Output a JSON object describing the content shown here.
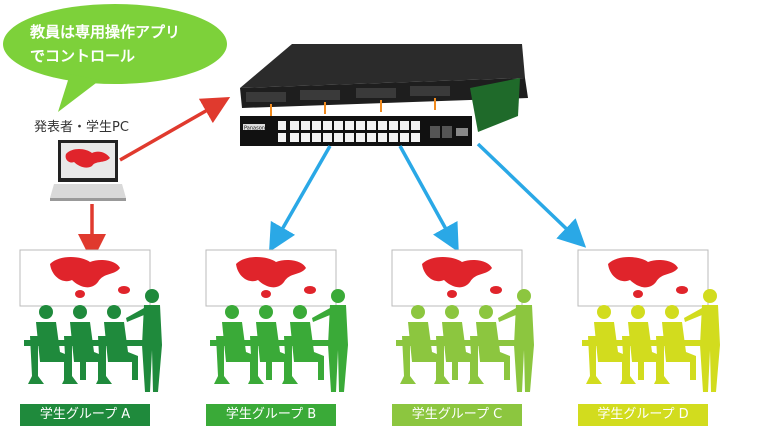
{
  "bubble": {
    "line1": "教員は専用操作アプリ",
    "line2": "でコントロール"
  },
  "presenter_label": "発表者・学生PC",
  "switch": {
    "brand": "Panasonic"
  },
  "colors": {
    "arrow_red": "#e03a2e",
    "arrow_blue": "#2aa8e6",
    "bubble": "#7dd13a",
    "map_red": "#e0242b"
  },
  "groups": [
    {
      "label": "学生グループ A",
      "color": "#1f8a3c"
    },
    {
      "label": "学生グループ B",
      "color": "#3aaa38"
    },
    {
      "label": "学生グループ C",
      "color": "#8cc63f"
    },
    {
      "label": "学生グループ D",
      "color": "#d2dc1e"
    }
  ]
}
